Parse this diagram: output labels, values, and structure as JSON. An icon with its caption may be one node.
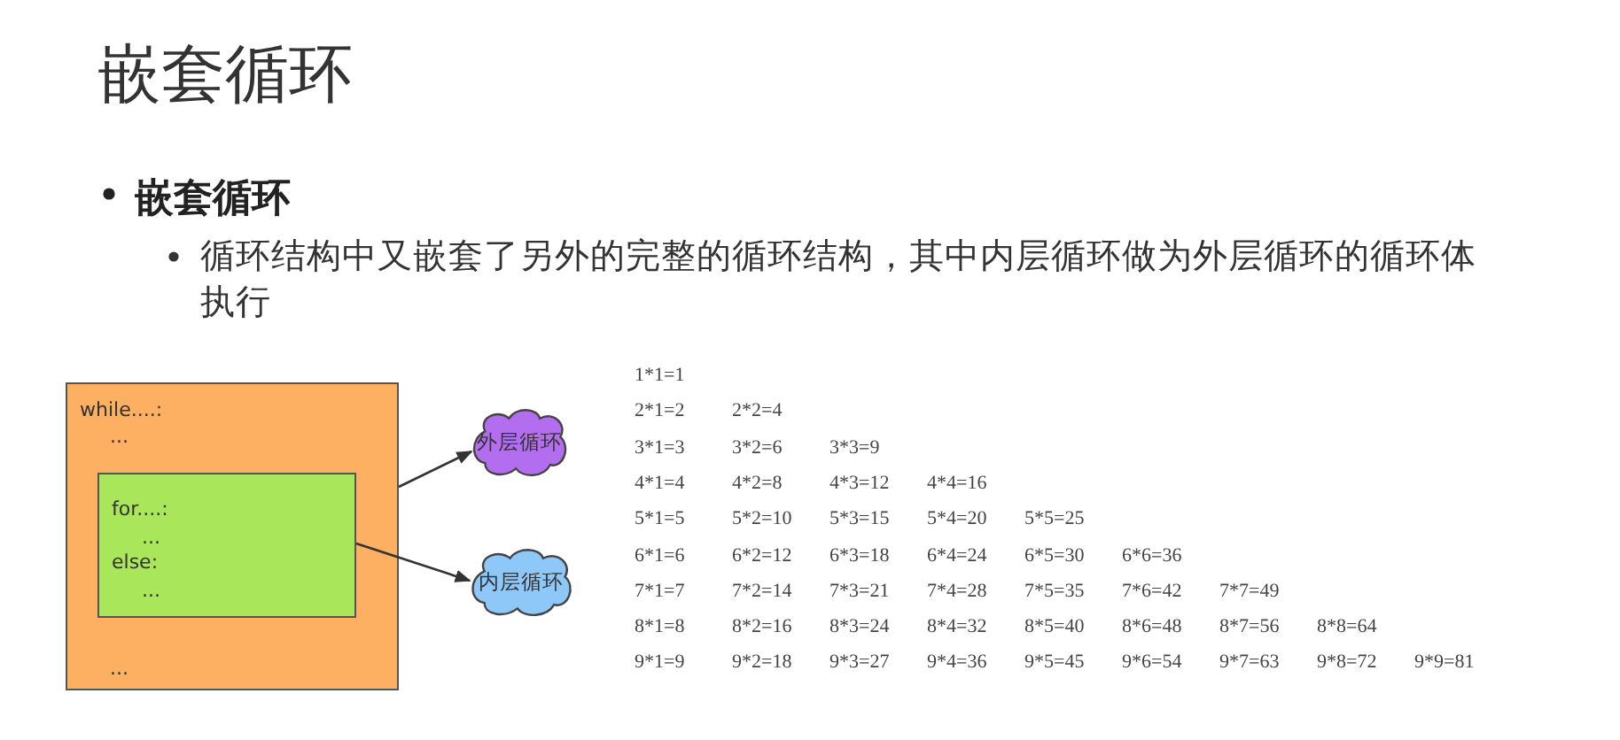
{
  "diagram": {
    "title": "嵌套循环",
    "nodes": [
      {
        "text": [
          "while....:",
          "...",
          "..."
        ]
      },
      {
        "text": [
          "for....:",
          "...",
          "else:",
          "..."
        ],
        "in": 0
      },
      {
        "text": [
          "外层循环"
        ]
      },
      {
        "text": [
          "内层循环"
        ]
      }
    ],
    "edges": [
      {
        "from": 0,
        "to": 2,
        "arrow": "to"
      },
      {
        "from": 1,
        "to": 3,
        "arrow": "to"
      }
    ],
    "labels": [
      "嵌套循环",
      "循环结构中又嵌套了另外的完整的循环结构，其中内层循环做为外层循环的循环体执行",
      "1*1=1",
      "2*1=2",
      "2*2=4",
      "3*1=3",
      "3*2=6",
      "3*3=9",
      "4*1=4",
      "4*2=8",
      "4*3=12",
      "4*4=16",
      "5*1=5",
      "5*2=10",
      "5*3=15",
      "5*4=20",
      "5*5=25",
      "6*1=6",
      "6*2=12",
      "6*3=18",
      "6*4=24",
      "6*5=30",
      "6*6=36",
      "7*1=7",
      "7*2=14",
      "7*3=21",
      "7*4=28",
      "7*5=35",
      "7*6=42",
      "7*7=49",
      "8*1=8",
      "8*2=16",
      "8*3=24",
      "8*4=32",
      "8*5=40",
      "8*6=48",
      "8*7=56",
      "8*8=64",
      "9*1=9",
      "9*2=18",
      "9*3=27",
      "9*4=36",
      "9*5=45",
      "9*6=54",
      "9*7=63",
      "9*8=72",
      "9*9=81"
    ]
  }
}
